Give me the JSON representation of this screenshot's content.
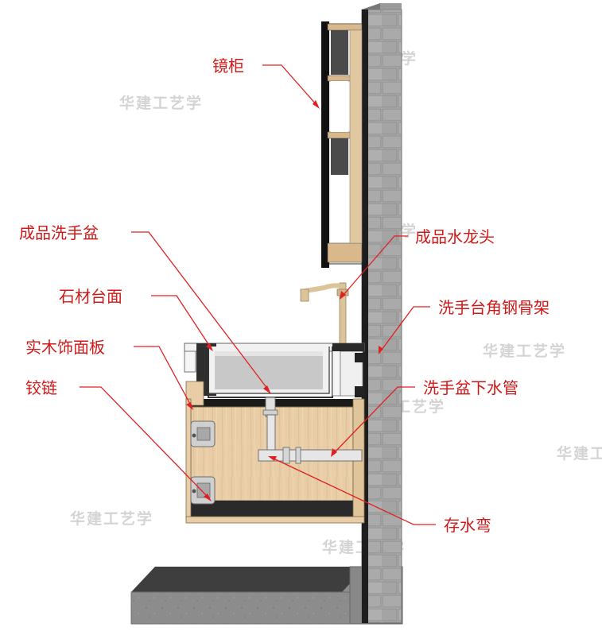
{
  "callouts": {
    "mirror_cabinet": "镜柜",
    "basin": "成品洗手盆",
    "faucet": "成品水龙头",
    "stone_top": "石材台面",
    "steel_frame": "洗手台角钢骨架",
    "wood_panel": "实木饰面板",
    "drain_pipe": "洗手盆下水管",
    "hinge": "铰链",
    "trap": "存水弯"
  },
  "watermark": "华建工艺学",
  "colors": {
    "callout_text": "#d01818",
    "leader_line": "#e02020",
    "wall_brick": "#a8a8a8",
    "wood": "#e8cda6",
    "cabinet_dark": "#3a3a3a",
    "concrete": "#8a8a8a",
    "pipe": "#e0e0e0",
    "faucet": "#dcc49a"
  }
}
